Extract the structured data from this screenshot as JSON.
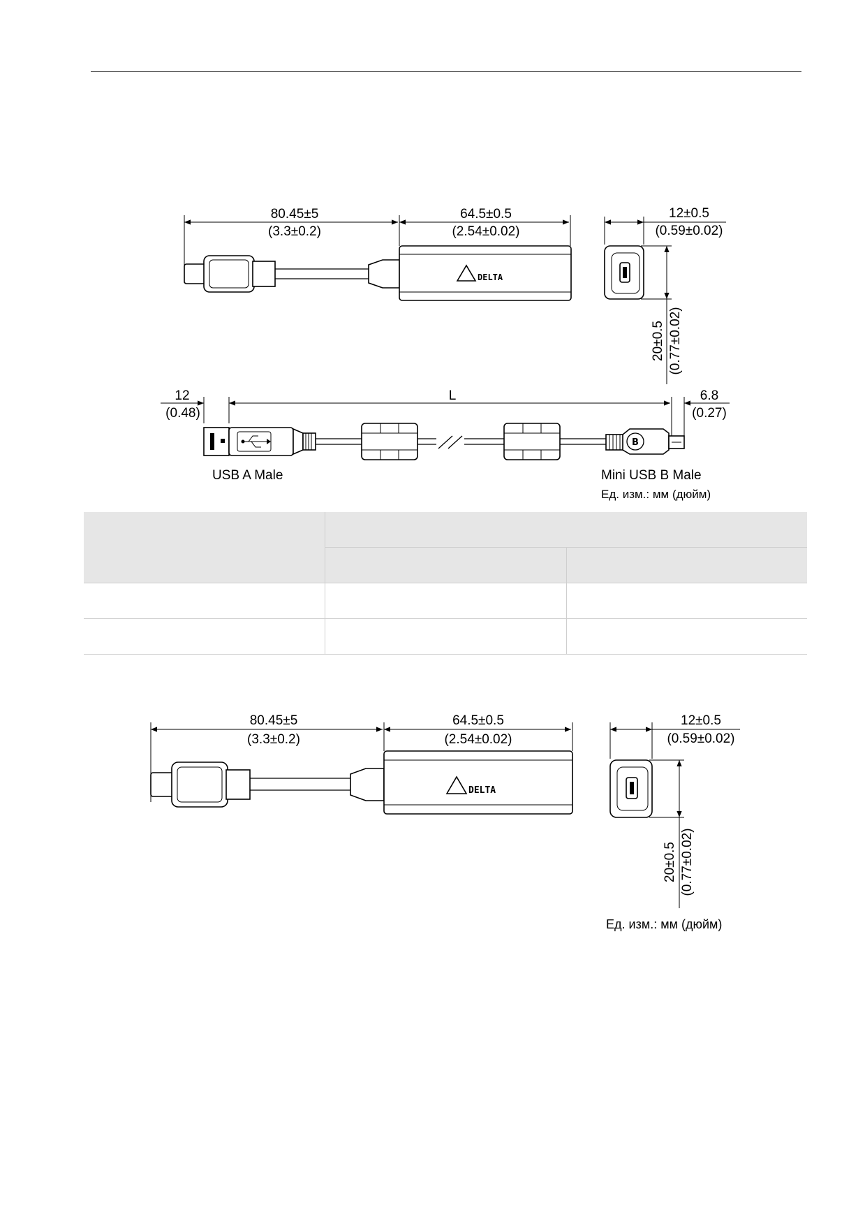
{
  "drawing1": {
    "dim_cable_mm": "80.45±5",
    "dim_cable_in": "(3.3±0.2)",
    "dim_body_mm": "64.5±0.5",
    "dim_body_in": "(2.54±0.02)",
    "dim_depth_mm": "12±0.5",
    "dim_depth_in": "(0.59±0.02)",
    "dim_height_mm": "20±0.5",
    "dim_height_in": "(0.77±0.02)",
    "logo_text": "DELTA"
  },
  "cable_drawing": {
    "dim_a_mm": "12",
    "dim_a_in": "(0.48)",
    "dim_length": "L",
    "dim_b_mm": "6.8",
    "dim_b_in": "(0.27)",
    "plug_b_letter": "B",
    "label_left": "USB A Male",
    "label_right": "Mini USB B Male",
    "units": "Ед. изм.: мм (дюйм)"
  },
  "drawing2": {
    "dim_cable_mm": "80.45±5",
    "dim_cable_in": "(3.3±0.2)",
    "dim_body_mm": "64.5±0.5",
    "dim_body_in": "(2.54±0.02)",
    "dim_depth_mm": "12±0.5",
    "dim_depth_in": "(0.59±0.02)",
    "dim_height_mm": "20±0.5",
    "dim_height_in": "(0.77±0.02)",
    "logo_text": "DELTA",
    "units": "Ед. изм.: мм (дюйм)"
  }
}
